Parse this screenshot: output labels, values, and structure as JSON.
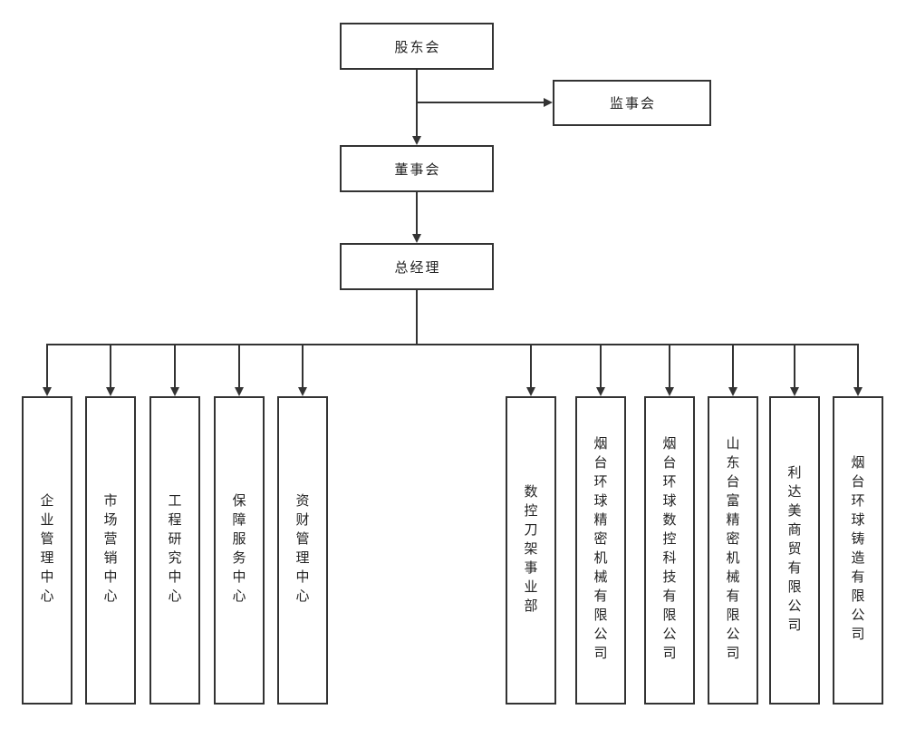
{
  "diagram": {
    "type": "org-chart",
    "nodes": {
      "shareholders": "股东会",
      "supervisory_board": "监事会",
      "board_of_directors": "董事会",
      "general_manager": "总经理"
    },
    "departments": [
      "企业管理中心",
      "市场营销中心",
      "工程研究中心",
      "保障服务中心",
      "资财管理中心",
      "数控刀架事业部",
      "烟台环球精密机械有限公司",
      "烟台环球数控科技有限公司",
      "山东台富精密机械有限公司",
      "利达美商贸有限公司",
      "烟台环球铸造有限公司"
    ],
    "edges": [
      {
        "from": "股东会",
        "to": "监事会"
      },
      {
        "from": "股东会",
        "to": "董事会"
      },
      {
        "from": "董事会",
        "to": "总经理"
      },
      {
        "from": "总经理",
        "to": "企业管理中心"
      },
      {
        "from": "总经理",
        "to": "市场营销中心"
      },
      {
        "from": "总经理",
        "to": "工程研究中心"
      },
      {
        "from": "总经理",
        "to": "保障服务中心"
      },
      {
        "from": "总经理",
        "to": "资财管理中心"
      },
      {
        "from": "总经理",
        "to": "数控刀架事业部"
      },
      {
        "from": "总经理",
        "to": "烟台环球精密机械有限公司"
      },
      {
        "from": "总经理",
        "to": "烟台环球数控科技有限公司"
      },
      {
        "from": "总经理",
        "to": "山东台富精密机械有限公司"
      },
      {
        "from": "总经理",
        "to": "利达美商贸有限公司"
      },
      {
        "from": "总经理",
        "to": "烟台环球铸造有限公司"
      }
    ],
    "colors": {
      "line": "#333333",
      "text": "#222222",
      "background": "#ffffff"
    }
  }
}
